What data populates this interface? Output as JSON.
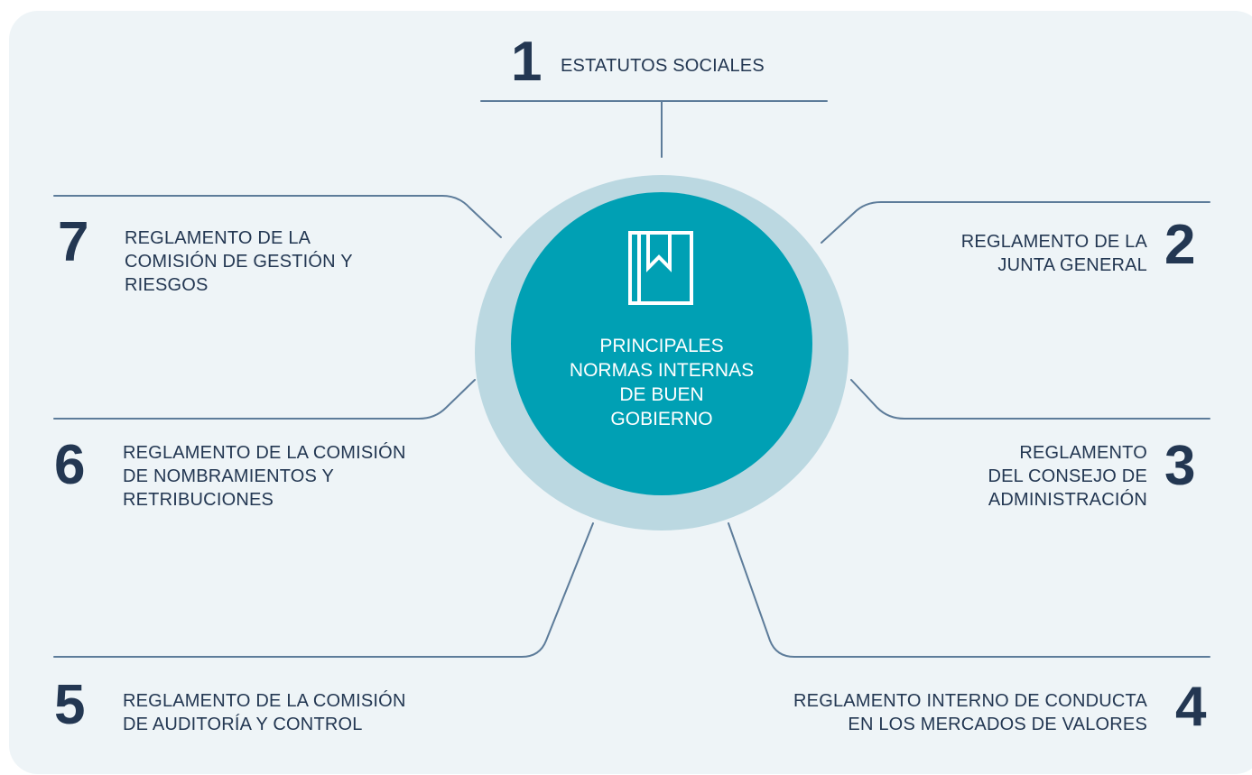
{
  "center": {
    "title_lines": [
      "PRINCIPALES",
      "NORMAS INTERNAS",
      "DE BUEN",
      "GOBIERNO"
    ],
    "icon": "book-bookmark-icon"
  },
  "items": [
    {
      "number": "1",
      "lines": [
        "ESTATUTOS SOCIALES"
      ]
    },
    {
      "number": "2",
      "lines": [
        "REGLAMENTO DE LA",
        "JUNTA GENERAL"
      ]
    },
    {
      "number": "3",
      "lines": [
        "REGLAMENTO",
        "DEL CONSEJO DE",
        "ADMINISTRACIÓN"
      ]
    },
    {
      "number": "4",
      "lines": [
        "REGLAMENTO INTERNO DE CONDUCTA",
        "EN LOS MERCADOS DE VALORES"
      ]
    },
    {
      "number": "5",
      "lines": [
        "REGLAMENTO DE LA COMISIÓN",
        "DE AUDITORÍA Y CONTROL"
      ]
    },
    {
      "number": "6",
      "lines": [
        "REGLAMENTO DE LA COMISIÓN",
        "DE NOMBRAMIENTOS Y",
        "RETRIBUCIONES"
      ]
    },
    {
      "number": "7",
      "lines": [
        "REGLAMENTO DE LA",
        "COMISIÓN DE GESTIÓN Y",
        "RIESGOS"
      ]
    }
  ],
  "colors": {
    "panel": "#eef4f7",
    "ring": "#bbd8e1",
    "core": "#00a0b4",
    "text": "#233752",
    "connector": "#5d7c9a"
  }
}
